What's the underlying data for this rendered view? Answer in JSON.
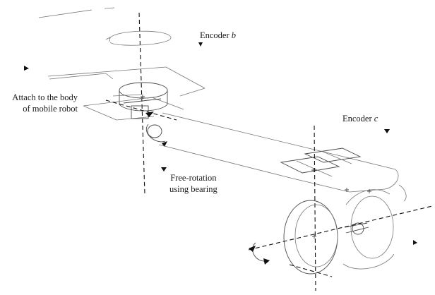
{
  "labels": {
    "encoder_b": {
      "text": "Encoder",
      "var": "b"
    },
    "encoder_c": {
      "text": "Encoder",
      "var": "c"
    },
    "attach": {
      "line1": "Attach to the body",
      "line2": "of mobile robot"
    },
    "free_rotation": {
      "line1": "Free-rotation",
      "line2": "using bearing"
    }
  }
}
